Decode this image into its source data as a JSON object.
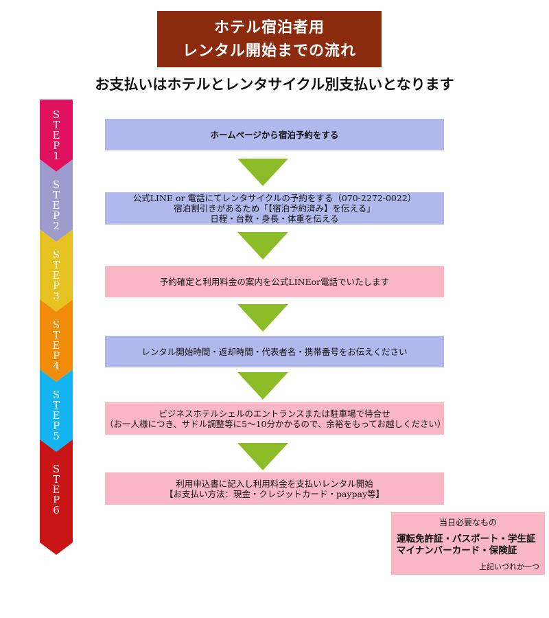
{
  "title": {
    "line1": "ホテル宿泊者用",
    "line2": "レンタル開始までの流れ"
  },
  "subtitle": "お支払いはホテルとレンタサイクル別支払いとなります",
  "steps": [
    {
      "label": "STEP1",
      "color": "#e0115f"
    },
    {
      "label": "STEP2",
      "color": "#9c9ccc"
    },
    {
      "label": "STEP3",
      "color": "#e6c220"
    },
    {
      "label": "STEP4",
      "color": "#f08c0a"
    },
    {
      "label": "STEP5",
      "color": "#14b4f0"
    },
    {
      "label": "STEP6",
      "color": "#c81414"
    }
  ],
  "boxes": [
    {
      "lines": [
        "ホームページから宿泊予約をする"
      ]
    },
    {
      "lines": [
        "公式LINE or 電話にてレンタサイクルの予約をする（070-2272-0022）",
        "宿泊割引きがあるため「【宿泊予約済み】を伝える」",
        "日程・台数・身長・体重を伝える"
      ]
    },
    {
      "lines": [
        "予約確定と利用料金の案内を公式LINEor電話でいたします"
      ]
    },
    {
      "lines": [
        "レンタル開始時間・返却時間・代表者名・携帯番号をお伝えください"
      ]
    },
    {
      "lines": [
        "ビジネスホテルシェルのエントランスまたは駐車場で待合せ",
        "（お一人様につき、サドル調整等に5～10分かかるので、余裕をもってお越しください）"
      ]
    },
    {
      "lines": [
        "利用申込書に記入し利用料金を支払いレンタル開始",
        "【お支払い方法：現金・クレジットカード・paypay等】"
      ]
    }
  ],
  "note": {
    "title": "当日必要なもの",
    "line1": "運転免許証・パスポート・学生証",
    "line2": "マイナンバーカード・保険証",
    "footer": "上記いづれか一つ"
  },
  "colors": {
    "title_bg": "#8c2a0e",
    "arrow": "#8cbd28",
    "box_blue": "#b0b8ec",
    "box_pink": "#f9b6c4"
  }
}
